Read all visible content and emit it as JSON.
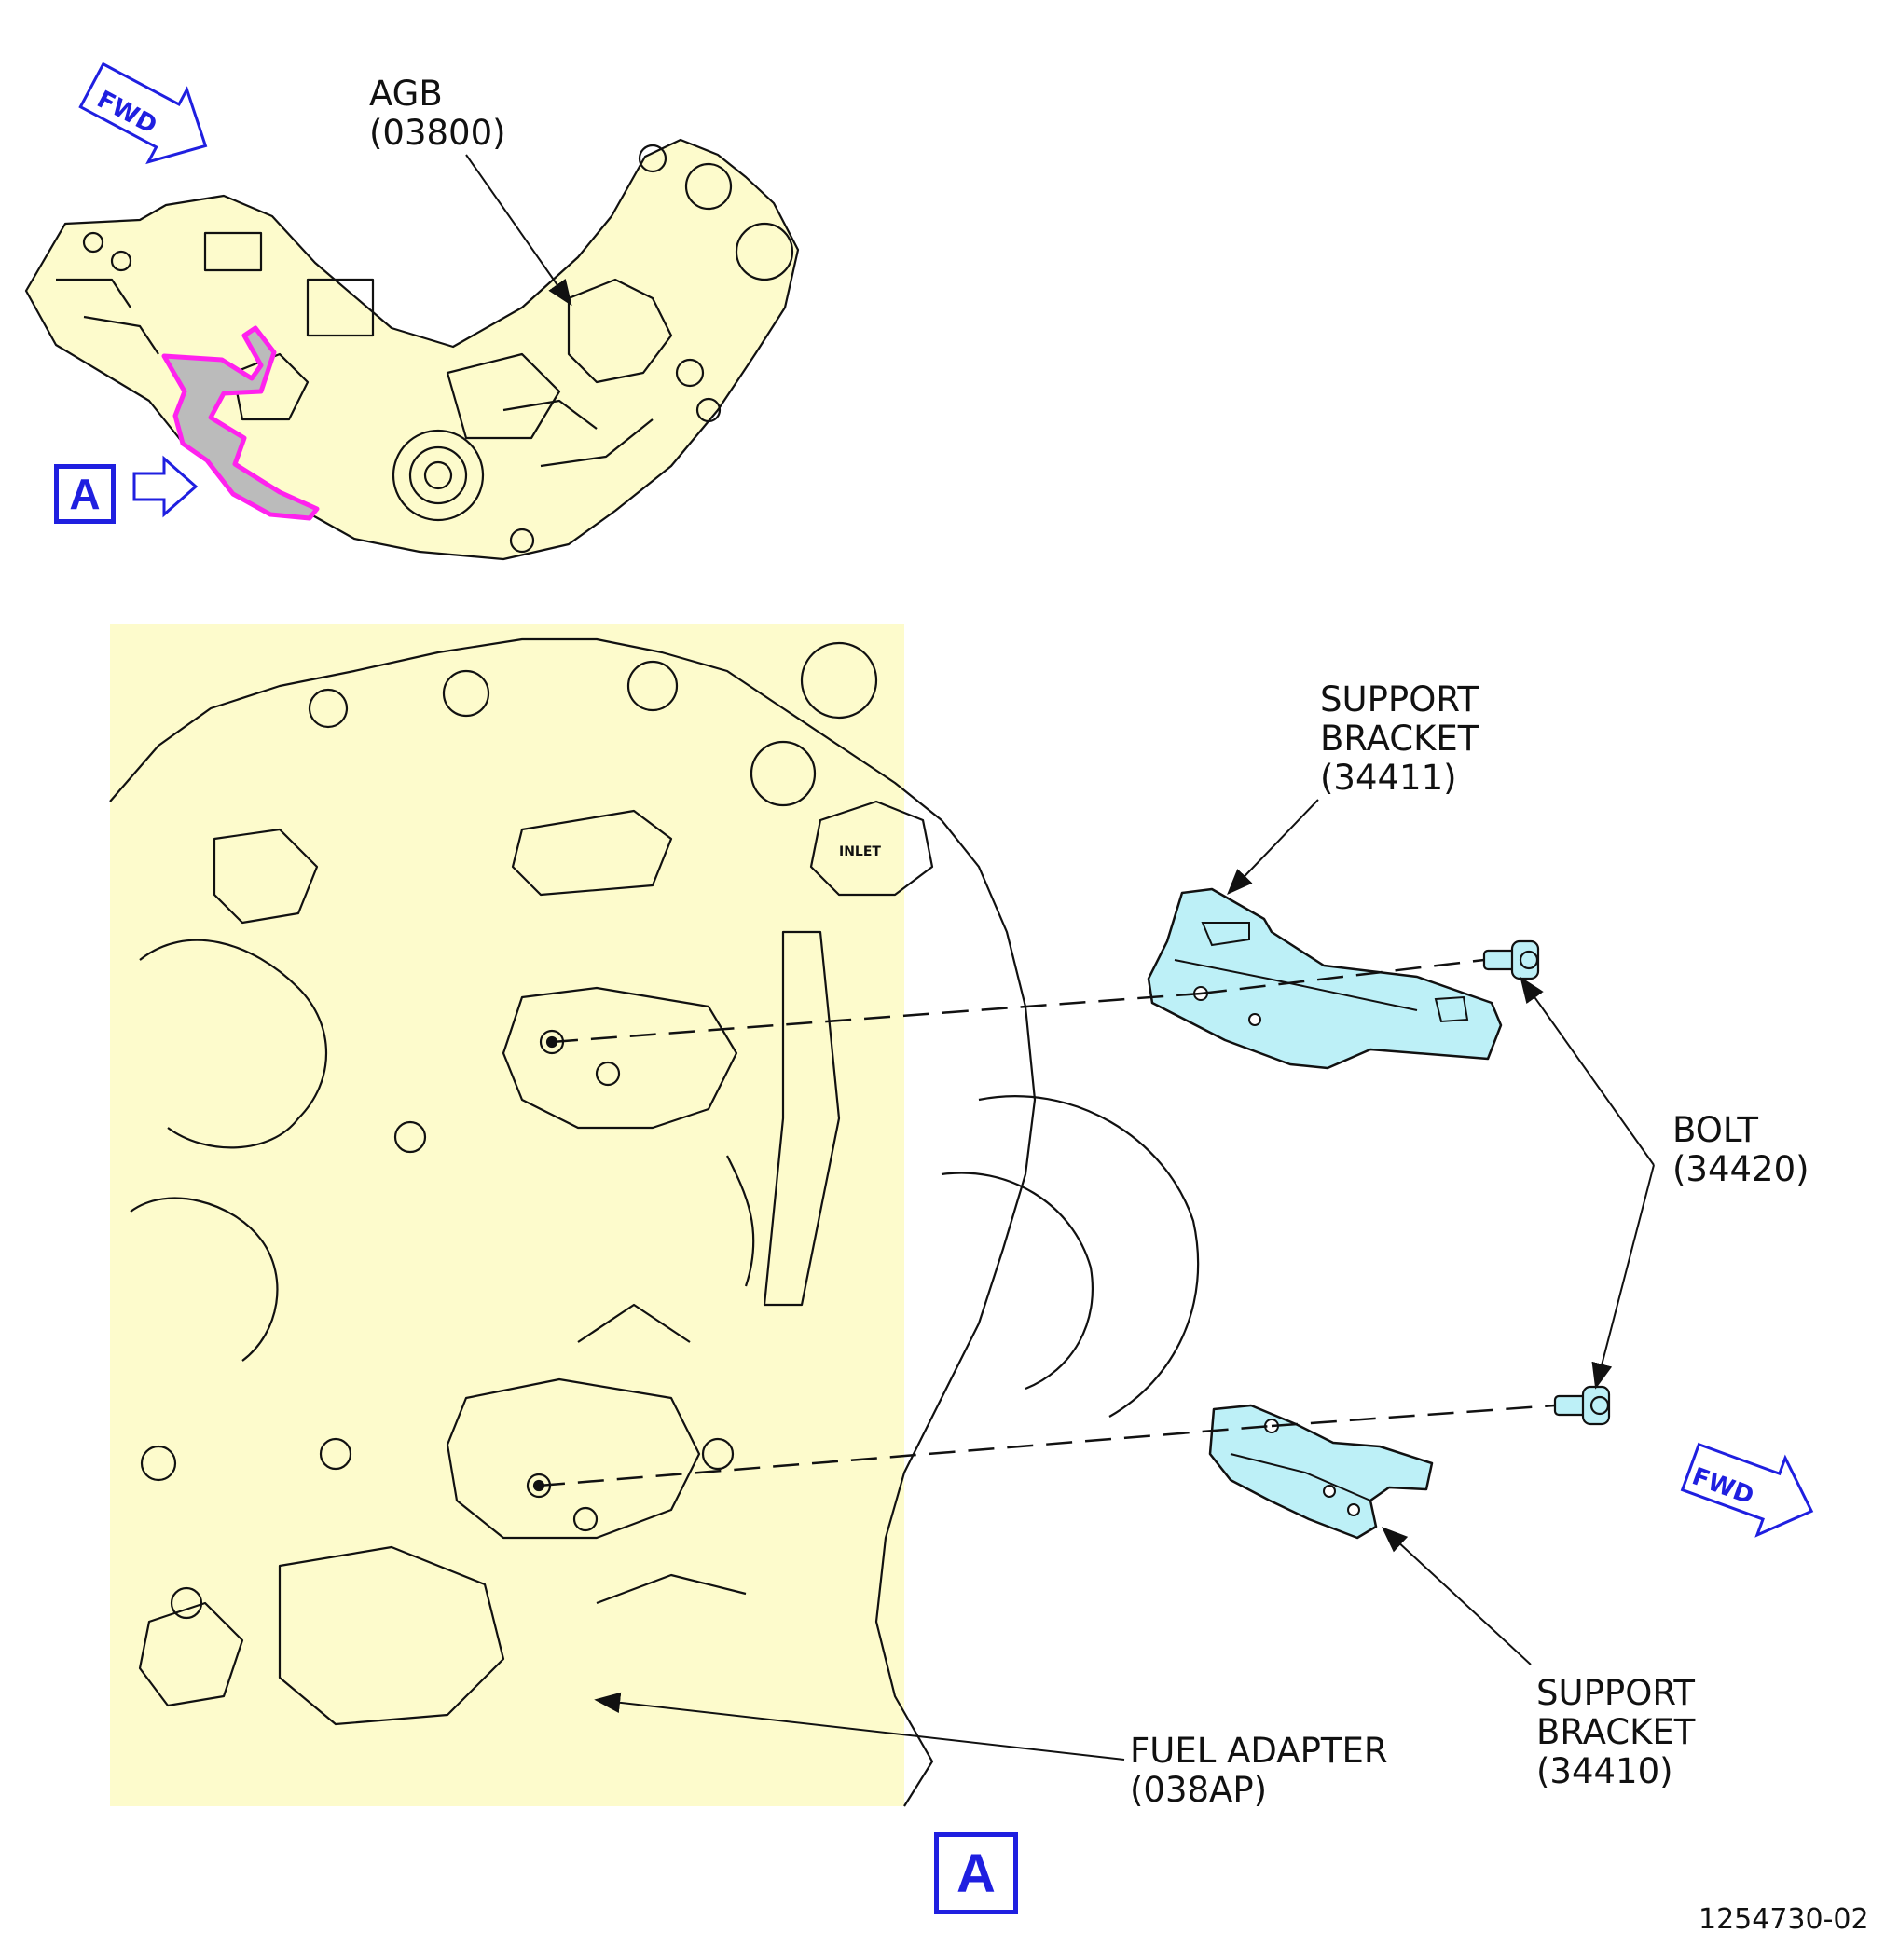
{
  "fwd_label": "FWD",
  "view_label": "A",
  "document_number": "1254730-02",
  "callouts": {
    "agb": {
      "name": "AGB",
      "code": "(03800)"
    },
    "support_bracket_upper": {
      "line1": "SUPPORT",
      "line2": "BRACKET",
      "code": "(34411)"
    },
    "bolt": {
      "name": "BOLT",
      "code": "(34420)"
    },
    "support_bracket_lower": {
      "line1": "SUPPORT",
      "line2": "BRACKET",
      "code": "(34410)"
    },
    "fuel_adapter": {
      "name": "FUEL ADAPTER",
      "code": "(038AP)"
    }
  },
  "stamped_text": "INLET",
  "colors": {
    "housing_fill": "#fdfbcc",
    "bracket_fill": "#bdf0f7",
    "highlight": "#ff22ee",
    "view_blue": "#1f1fe0",
    "line": "#111111"
  }
}
